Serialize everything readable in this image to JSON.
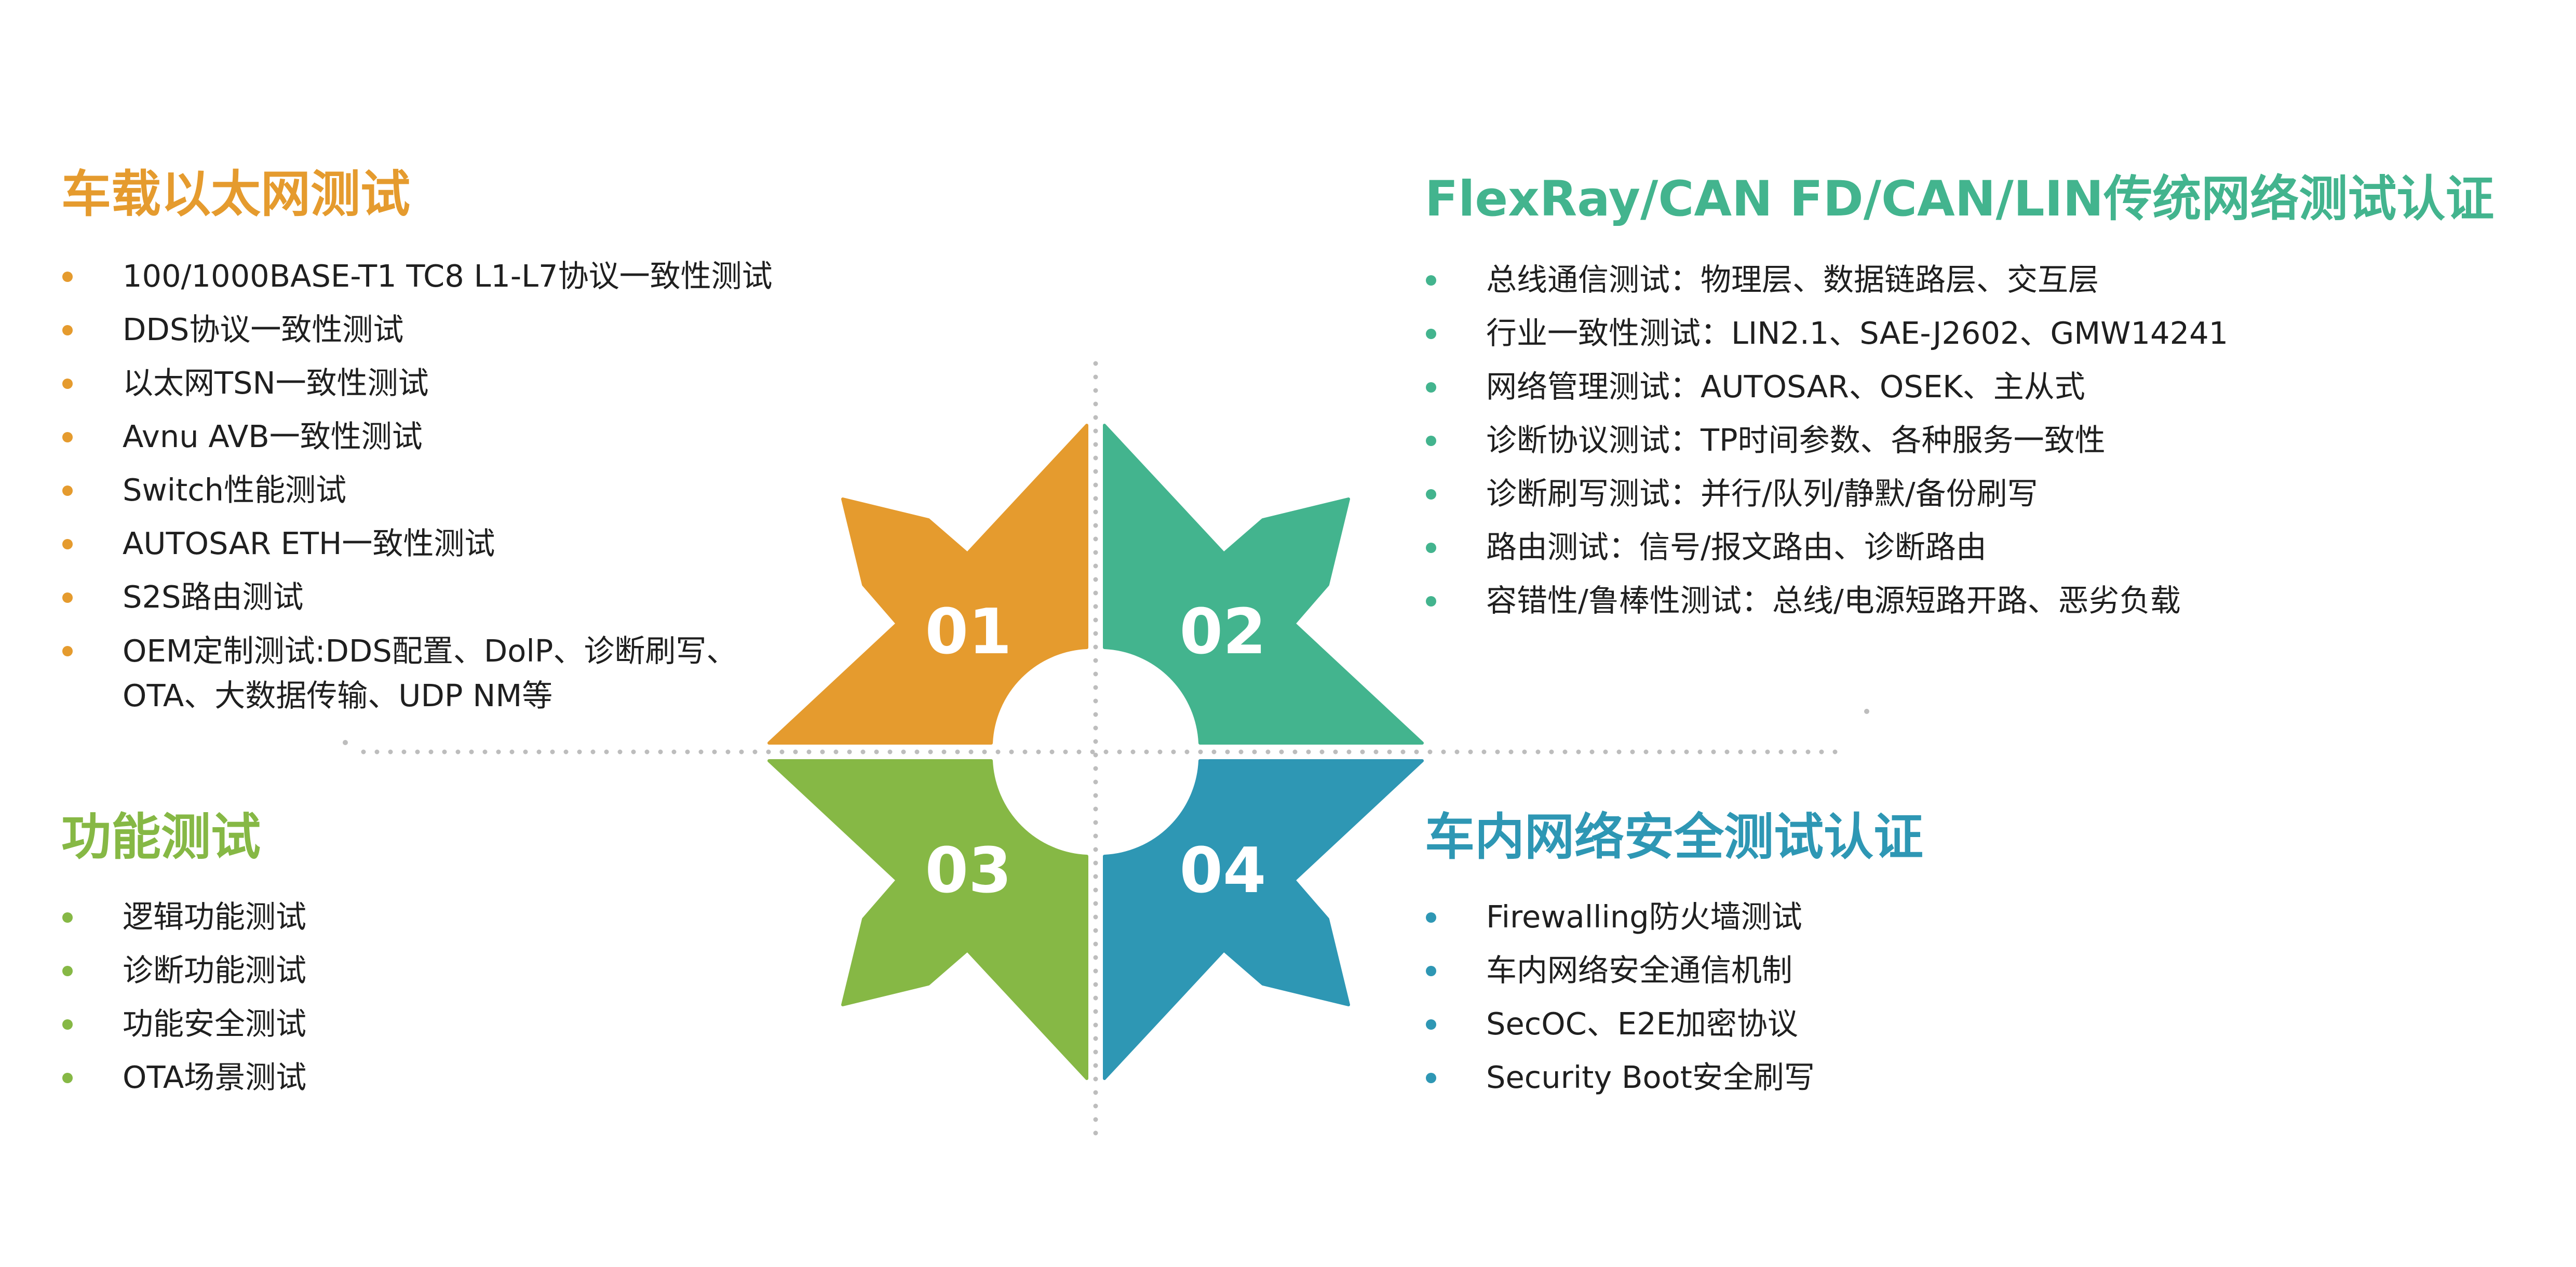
{
  "colors": {
    "orange": "#E59B2E",
    "green": "#43B48E",
    "lime": "#86B845",
    "blue": "#2E97B4",
    "dots": "#BDBDBD"
  },
  "quadrants": [
    {
      "number": "01",
      "color": "#E59B2E"
    },
    {
      "number": "02",
      "color": "#43B48E"
    },
    {
      "number": "03",
      "color": "#86B845"
    },
    {
      "number": "04",
      "color": "#2E97B4"
    }
  ],
  "sections": {
    "ethernet": {
      "title": "车载以太网测试",
      "items": [
        "100/1000BASE-T1 TC8 L1-L7协议一致性测试",
        "DDS协议一致性测试",
        "以太网TSN一致性测试",
        "Avnu AVB一致性测试",
        "Switch性能测试",
        "AUTOSAR ETH一致性测试",
        "S2S路由测试"
      ],
      "multi_item": {
        "line1": "OEM定制测试:DDS配置、DolP、诊断刷写、",
        "line2": "OTA、大数据传输、UDP NM等"
      }
    },
    "flexray": {
      "title": "FlexRay/CAN FD/CAN/LIN传统网络测试认证",
      "items": [
        "总线通信测试：物理层、数据链路层、交互层",
        "行业一致性测试：LIN2.1、SAE-J2602、GMW14241",
        "网络管理测试：AUTOSAR、OSEK、主从式",
        "诊断协议测试：TP时间参数、各种服务一致性",
        "诊断刷写测试：并行/队列/静默/备份刷写",
        "路由测试：信号/报文路由、诊断路由",
        "容错性/鲁棒性测试：总线/电源短路开路、恶劣负载"
      ]
    },
    "function": {
      "title": "功能测试",
      "items": [
        "逻辑功能测试",
        "诊断功能测试",
        "功能安全测试",
        "OTA场景测试"
      ]
    },
    "security": {
      "title": "车内网络安全测试认证",
      "items": [
        "Firewalling防火墙测试",
        "车内网络安全通信机制",
        "SecOC、E2E加密协议",
        "Security Boot安全刷写"
      ]
    }
  }
}
